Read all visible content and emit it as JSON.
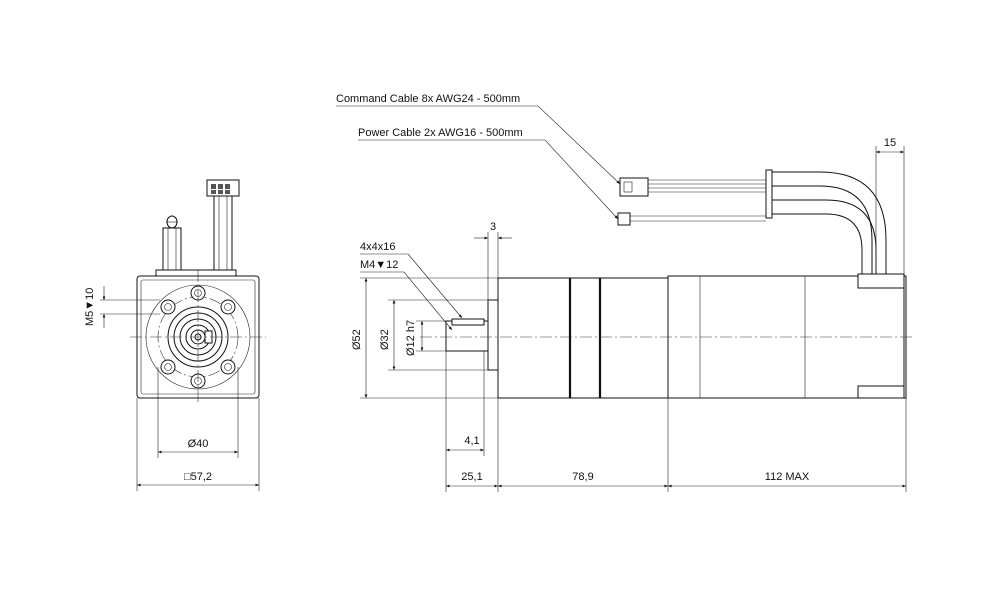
{
  "front_view": {
    "dim_thread_vertical": "M5▼10",
    "dim_bolt_circle": "Ø40",
    "dim_square": "□57,2"
  },
  "side_view": {
    "cable_command": "Command Cable 8x AWG24 - 500mm",
    "cable_power": "Power Cable 2x AWG16 - 500mm",
    "key_label": "4x4x16",
    "thread_label": "M4▼12",
    "dim_diameter_52": "Ø52",
    "dim_diameter_32": "Ø32",
    "dim_shaft": "Ø12 h7",
    "dim_top_3": "3",
    "dim_right_15": "15",
    "dim_key_offset": "4,1",
    "dim_shaft_length": "25,1",
    "dim_gearbox_length": "78,9",
    "dim_motor_length": "112 MAX"
  }
}
